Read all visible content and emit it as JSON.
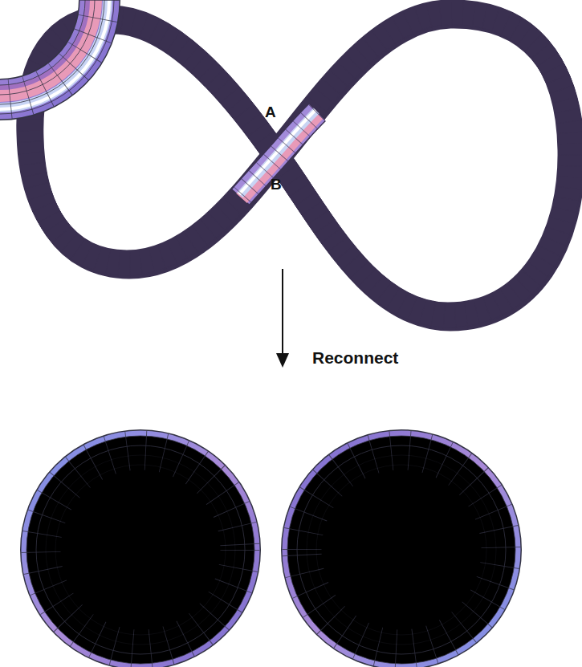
{
  "diagram": {
    "labels": [
      "A",
      "B",
      "Reconnect"
    ]
  }
}
